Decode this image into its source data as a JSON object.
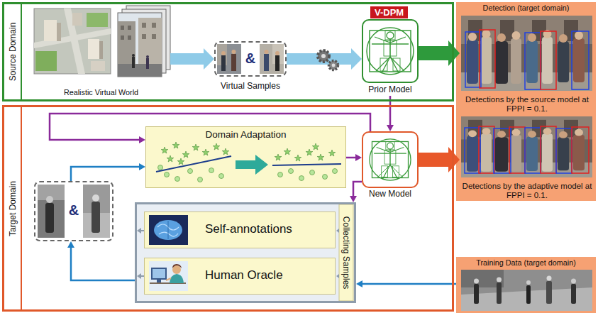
{
  "diagram": {
    "nodes": [
      {
        "text": [
          "Source Domain"
        ]
      },
      {
        "text": [
          "Realistic Virtual World"
        ],
        "in": 0
      },
      {
        "text": [
          "&",
          "Virtual Samples"
        ],
        "in": 0
      },
      {
        "text": [
          "V-DPM",
          "Prior Model"
        ],
        "in": 0
      },
      {
        "text": [
          "Target Domain"
        ]
      },
      {
        "text": [
          "Domain Adaptation"
        ],
        "in": 4
      },
      {
        "text": [
          "New Model"
        ],
        "in": 4
      },
      {
        "text": [
          "&"
        ],
        "in": 4
      },
      {
        "text": [
          "Collecting Samples"
        ],
        "in": 4
      },
      {
        "text": [
          "Self-annotations"
        ],
        "in": 8
      },
      {
        "text": [
          "Human Oracle"
        ],
        "in": 8
      },
      {
        "text": [
          "Detection (target domain)"
        ]
      },
      {
        "text": [
          "Detections by the source model at FPPI = 0.1."
        ],
        "in": 11
      },
      {
        "text": [
          "Detections by the adaptive model at FPPI = 0.1."
        ],
        "in": 11
      },
      {
        "text": [
          "Training Data (target domain)"
        ]
      }
    ],
    "edges": [
      {
        "from": 1,
        "to": 2,
        "arrow": "to"
      },
      {
        "from": 2,
        "to": 3,
        "arrow": "to"
      },
      {
        "from": 3,
        "to": 12,
        "arrow": "to"
      },
      {
        "from": 3,
        "to": 6,
        "arrow": "to"
      },
      {
        "from": 6,
        "to": 5,
        "arrow": "to"
      },
      {
        "from": 5,
        "to": 6,
        "arrow": "to"
      },
      {
        "from": 6,
        "to": 8,
        "arrow": "to"
      },
      {
        "from": 7,
        "to": 5,
        "arrow": "to"
      },
      {
        "from": 8,
        "to": 7,
        "arrow": "to"
      },
      {
        "from": 14,
        "to": 8,
        "arrow": "to"
      },
      {
        "from": 6,
        "to": 13,
        "arrow": "to"
      }
    ]
  }
}
